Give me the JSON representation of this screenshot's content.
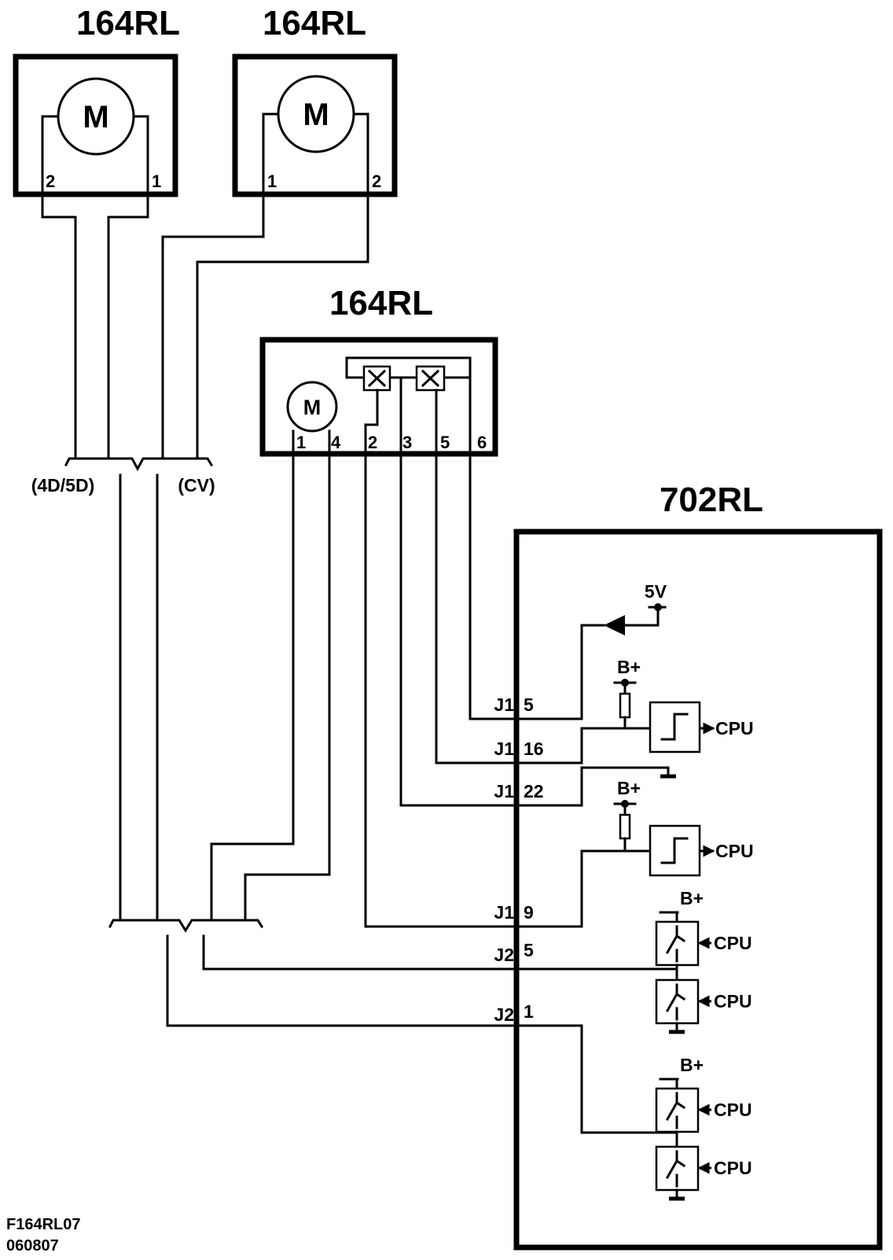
{
  "blocks": {
    "motor_left": {
      "title": "164RL",
      "symbol": "M",
      "pin_left": "2",
      "pin_right": "1"
    },
    "motor_right": {
      "title": "164RL",
      "symbol": "M",
      "pin_left": "1",
      "pin_right": "2"
    },
    "actuator": {
      "title": "164RL",
      "symbol": "M",
      "pins": [
        "1",
        "4",
        "2",
        "3",
        "5",
        "6"
      ]
    },
    "ecu": {
      "title": "702RL"
    }
  },
  "group_labels": {
    "left": "(4D/5D)",
    "right": "(CV)"
  },
  "connector_pins": [
    {
      "conn": "J1",
      "pin": "5"
    },
    {
      "conn": "J1",
      "pin": "16"
    },
    {
      "conn": "J1",
      "pin": "22"
    },
    {
      "conn": "J1",
      "pin": "9"
    },
    {
      "conn": "J2",
      "pin": "5"
    },
    {
      "conn": "J2",
      "pin": "1"
    }
  ],
  "supply_labels": {
    "five_volt": "5V",
    "battery": "B+"
  },
  "cpu_label": "CPU",
  "footer": {
    "code": "F164RL07",
    "date": "060807"
  },
  "colors": {
    "line": "#000000",
    "background": "#ffffff"
  }
}
